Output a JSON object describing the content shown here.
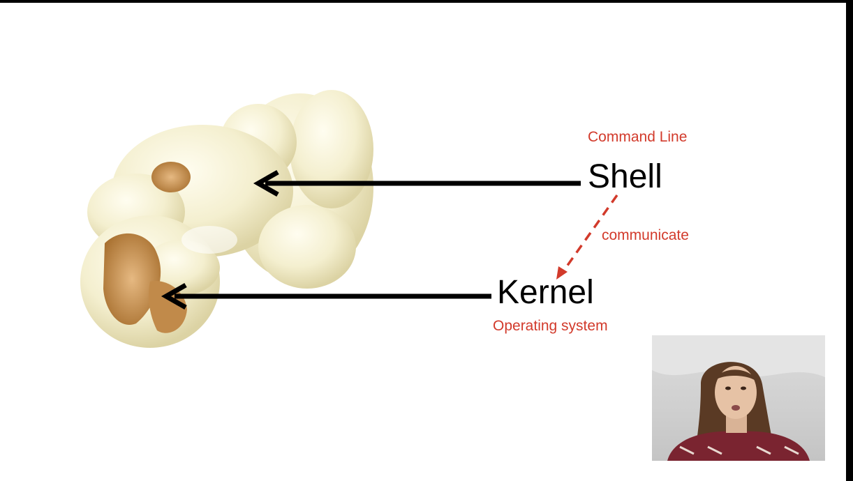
{
  "diagram": {
    "shell_label": "Shell",
    "shell_caption": "Command Line",
    "kernel_label": "Kernel",
    "kernel_caption": "Operating system",
    "relation_label": "communicate",
    "accent_color": "#d23a2b",
    "arrow_color": "#000000"
  },
  "image": {
    "subject": "popcorn-kernel"
  },
  "webcam": {
    "subject": "presenter-video"
  }
}
